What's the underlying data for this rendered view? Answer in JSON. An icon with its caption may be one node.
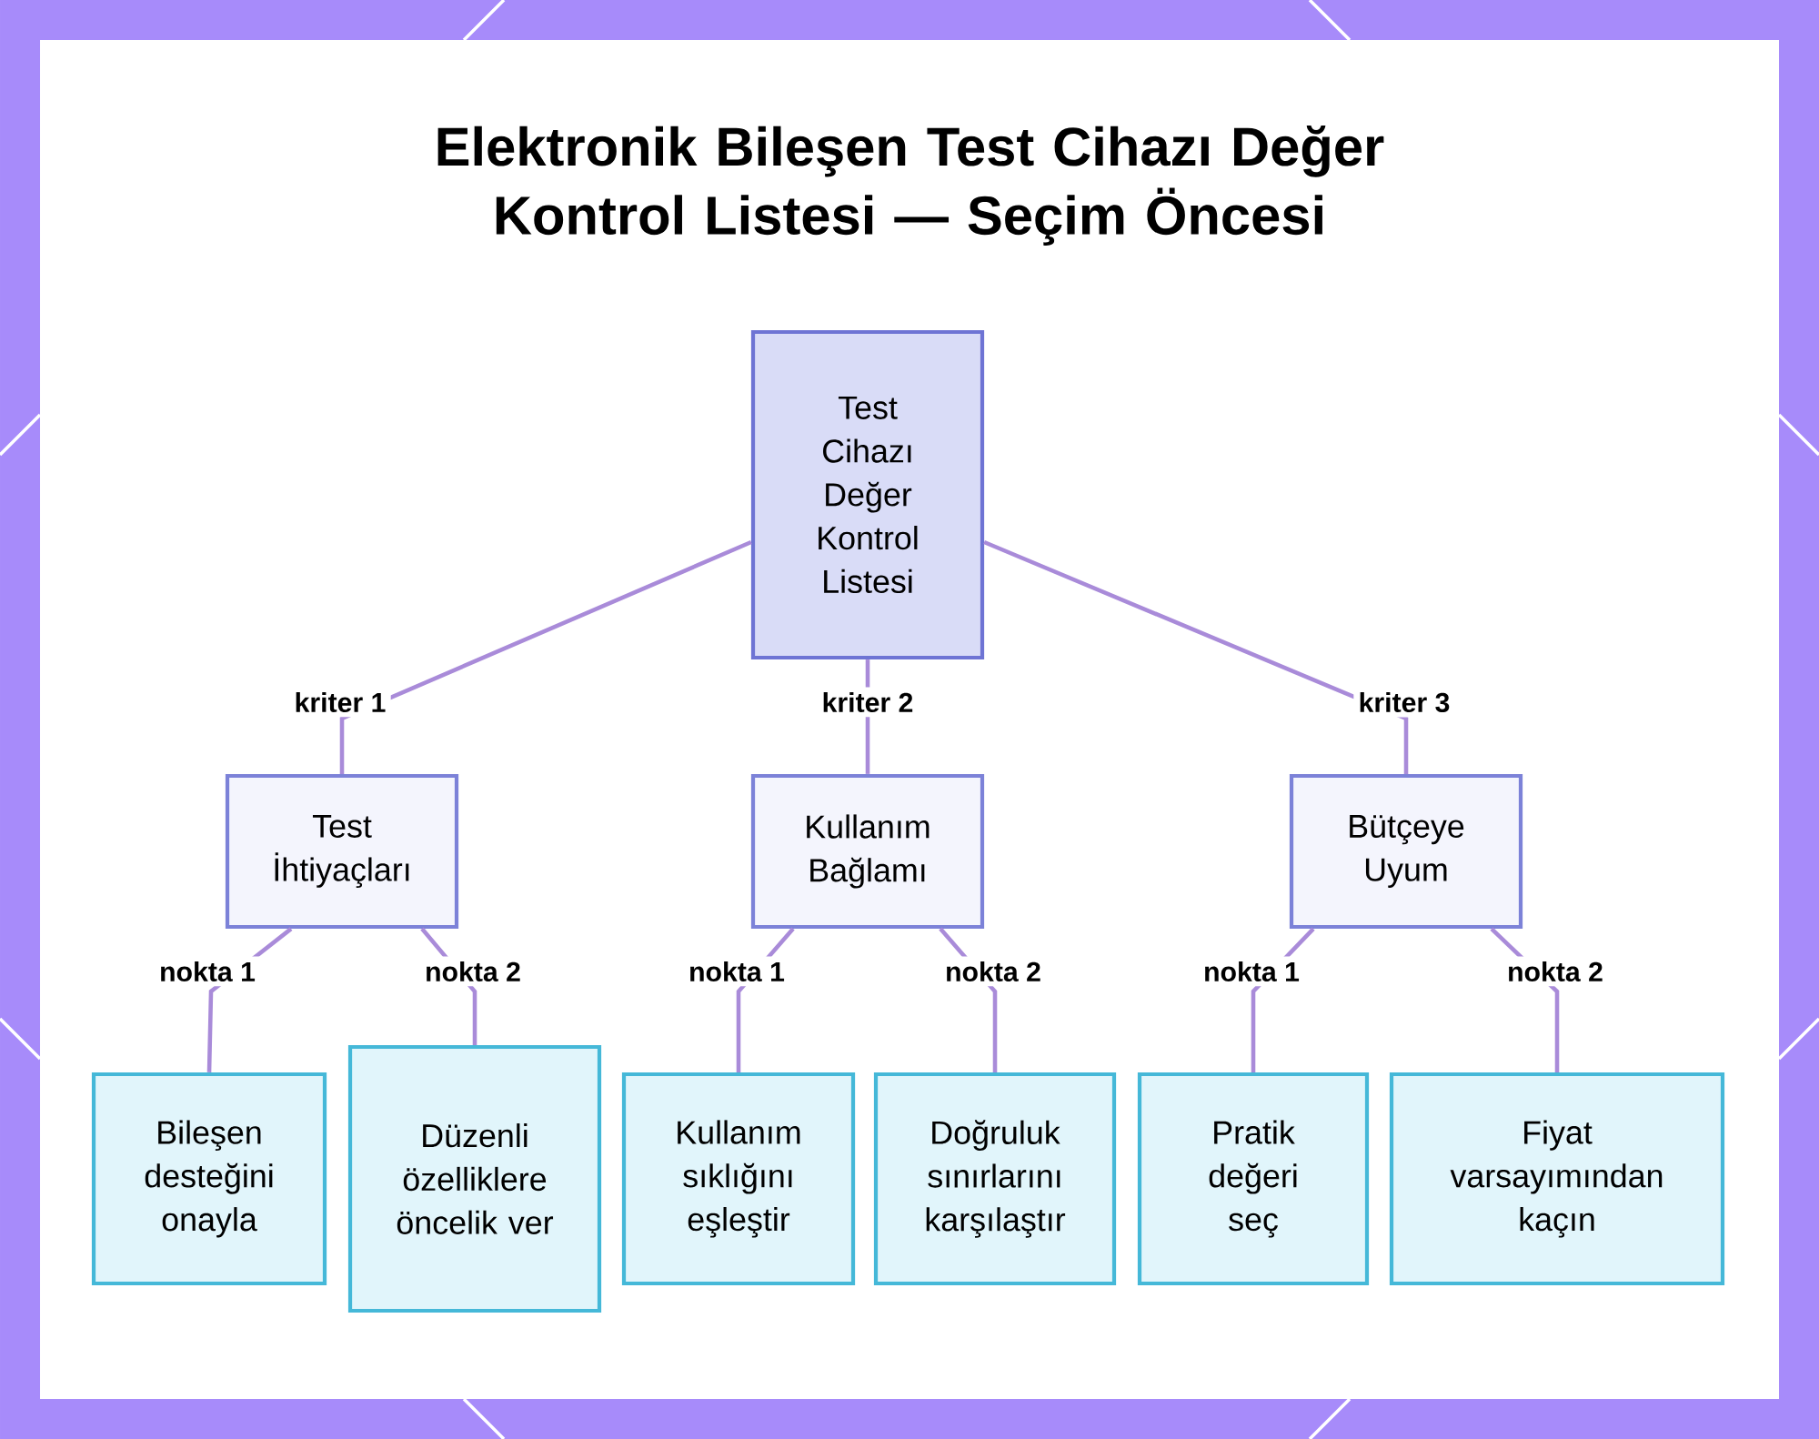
{
  "diagram": {
    "title": "Elektronik Bileşen Test Cihazı Değer Kontrol Listesi — Seçim Öncesi",
    "nodes": [
      {
        "text": [
          "Test Cihazı Değer Kontrol Listesi"
        ]
      },
      {
        "text": [
          "Test İhtiyaçları"
        ]
      },
      {
        "text": [
          "Kullanım Bağlamı"
        ]
      },
      {
        "text": [
          "Bütçeye Uyum"
        ]
      },
      {
        "text": [
          "Bileşen desteğini onayla"
        ]
      },
      {
        "text": [
          "Düzenli özelliklere öncelik ver"
        ]
      },
      {
        "text": [
          "Kullanım sıklığını eşleştir"
        ]
      },
      {
        "text": [
          "Doğruluk sınırlarını karşılaştır"
        ]
      },
      {
        "text": [
          "Pratik değeri seç"
        ]
      },
      {
        "text": [
          "Fiyat varsayımından kaçın"
        ]
      }
    ],
    "edges": [
      {
        "from": 0,
        "to": 1,
        "arrow": "none",
        "label": "kriter 1"
      },
      {
        "from": 0,
        "to": 2,
        "arrow": "none",
        "label": "kriter 2"
      },
      {
        "from": 0,
        "to": 3,
        "arrow": "none",
        "label": "kriter 3"
      },
      {
        "from": 1,
        "to": 4,
        "arrow": "none",
        "label": "nokta 1"
      },
      {
        "from": 1,
        "to": 5,
        "arrow": "none",
        "label": "nokta 2"
      },
      {
        "from": 2,
        "to": 6,
        "arrow": "none",
        "label": "nokta 1"
      },
      {
        "from": 2,
        "to": 7,
        "arrow": "none",
        "label": "nokta 2"
      },
      {
        "from": 3,
        "to": 8,
        "arrow": "none",
        "label": "nokta 1"
      },
      {
        "from": 3,
        "to": 9,
        "arrow": "none",
        "label": "nokta 2"
      }
    ]
  }
}
